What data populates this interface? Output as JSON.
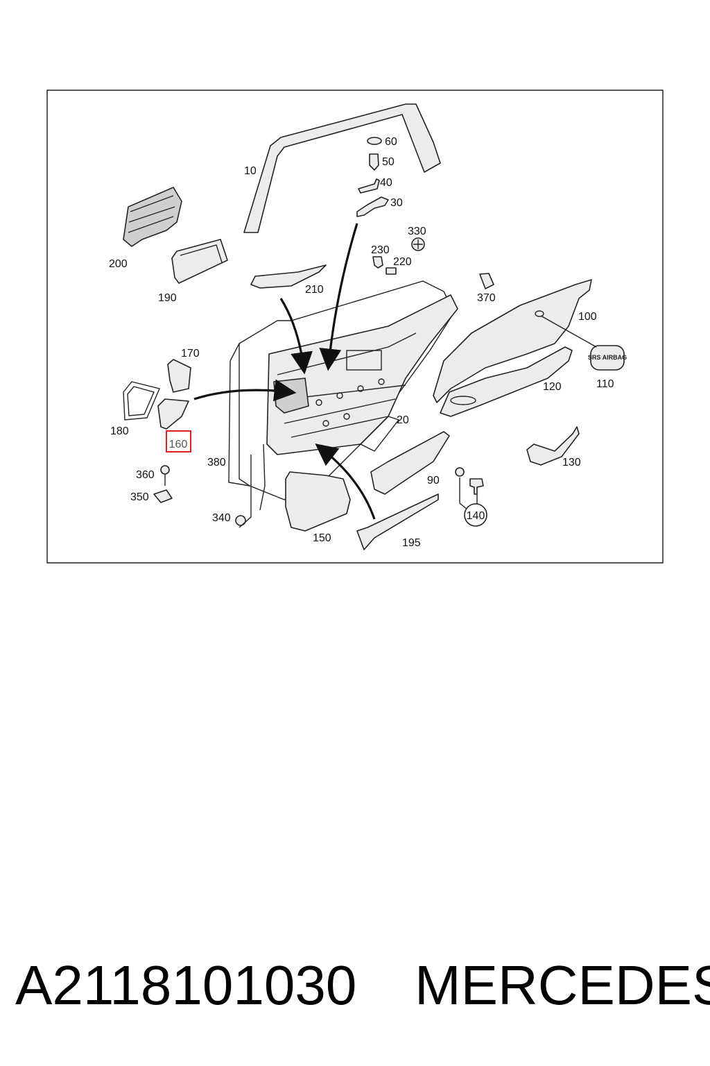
{
  "diagram": {
    "highlight_color": "#e02020",
    "highlighted_part": "160",
    "labels": {
      "p10": "10",
      "p20": "20",
      "p30": "30",
      "p40": "40",
      "p50": "50",
      "p60": "60",
      "p90": "90",
      "p100": "100",
      "p110": "110",
      "p120": "120",
      "p130": "130",
      "p140": "140",
      "p150": "150",
      "p160": "160",
      "p170": "170",
      "p180": "180",
      "p190": "190",
      "p195": "195",
      "p200": "200",
      "p210": "210",
      "p220": "220",
      "p230": "230",
      "p330": "330",
      "p340": "340",
      "p350": "350",
      "p360": "360",
      "p370": "370",
      "p380": "380"
    },
    "airbag_text": "SRS AIRBAG"
  },
  "footer": {
    "part_number": "A2118101030",
    "brand": "MERCEDES"
  }
}
